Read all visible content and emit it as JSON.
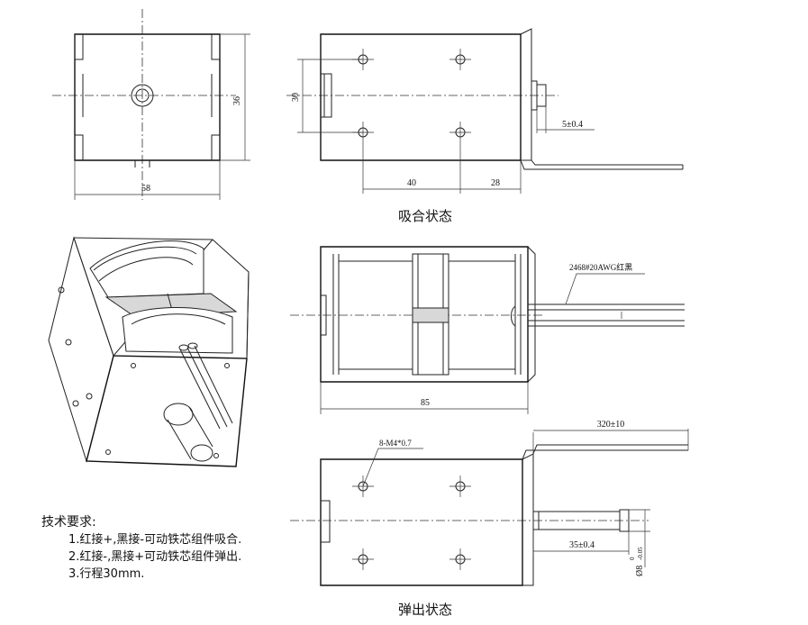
{
  "captions": {
    "closed_state": "吸合状态",
    "open_state": "弹出状态"
  },
  "dimensions": {
    "front_width": "58",
    "front_height": "36",
    "side_mount_vertical": "30",
    "side_mount_spacing": "40",
    "side_end_offset": "28",
    "plunger_extension_closed": "5±0.4",
    "wire_spec": "2468#20AWG红黑",
    "body_length": "85",
    "lead_length": "320±10",
    "screw_spec": "8-M4*0.7",
    "plunger_extension_open": "35±0.4",
    "shaft_diameter_main": "Ø8",
    "shaft_diameter_tol": "-0.05",
    "shaft_diameter_tol_upper": "0"
  },
  "notes": {
    "title": "技术要求:",
    "items": [
      "1.红接+,黑接-可动铁芯组件吸合.",
      "2.红接-,黑接+可动铁芯组件弹出.",
      "3.行程30mm."
    ]
  }
}
